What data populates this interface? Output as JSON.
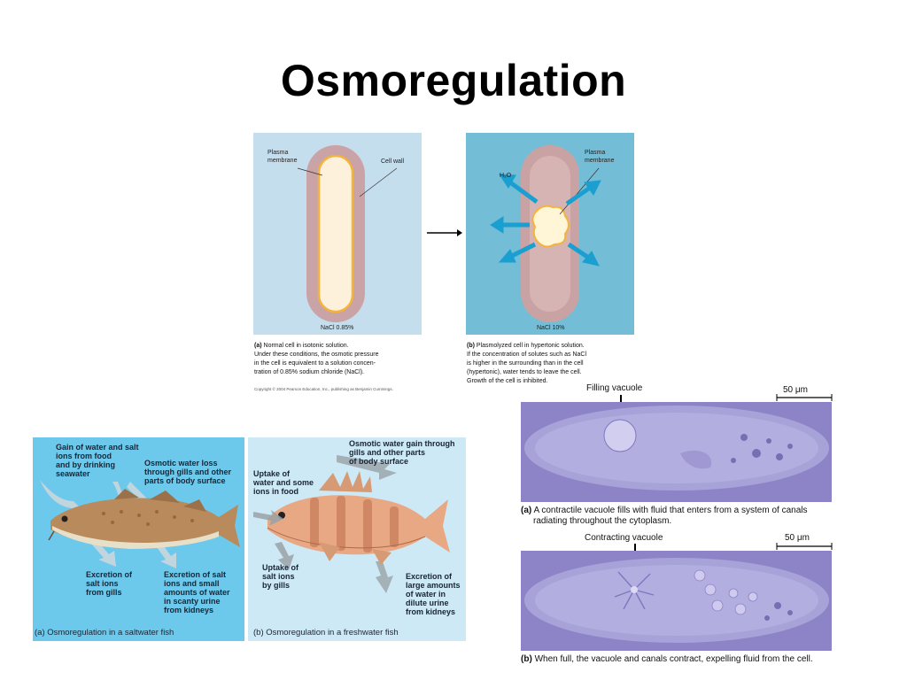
{
  "title": "Osmoregulation",
  "cell_a": {
    "plasma_membrane": [
      "Plasma",
      "membrane"
    ],
    "cell_wall": "Cell wall",
    "nacl": "NaCl 0.85%",
    "caption_head": "(a)",
    "caption": [
      "Normal cell in isotonic solution.",
      "Under these conditions, the osmotic pressure",
      "in the cell is equivalent to a solution concen-",
      "tration of 0.85% sodium chloride (NaCl)."
    ],
    "copyright": "Copyright © 2004 Pearson Education, Inc., publishing as Benjamin Cummings."
  },
  "cell_b": {
    "plasma_membrane": [
      "Plasma",
      "membrane"
    ],
    "h2o": "H₂O",
    "nacl": "NaCl 10%",
    "caption_head": "(b)",
    "caption": [
      "Plasmolyzed cell in hypertonic solution.",
      "If the concentration of solutes such as NaCl",
      "is higher in the surrounding than in the cell",
      "(hypertonic), water tends to leave the cell.",
      "Growth of the cell is inhibited."
    ]
  },
  "fish_salt": {
    "gain": [
      "Gain of water and salt",
      "ions from food",
      "and by drinking",
      "seawater"
    ],
    "loss": [
      "Osmotic water loss",
      "through gills and other",
      "parts of body surface"
    ],
    "excretion_gills": [
      "Excretion of",
      "salt ions",
      "from gills"
    ],
    "excretion_kidneys": [
      "Excretion of salt",
      "ions and small",
      "amounts of water",
      "in scanty urine",
      "from kidneys"
    ],
    "caption": "(a) Osmoregulation in a saltwater fish"
  },
  "fish_fresh": {
    "gain": [
      "Osmotic water gain through",
      "gills and other parts",
      "of body surface"
    ],
    "uptake_food": [
      "Uptake of",
      "water and some",
      "ions in food"
    ],
    "uptake_gills": [
      "Uptake of",
      "salt ions",
      "by gills"
    ],
    "excretion": [
      "Excretion of",
      "large amounts",
      "of water in",
      "dilute urine",
      "from kidneys"
    ],
    "caption": "(b) Osmoregulation in a freshwater fish"
  },
  "micro_a": {
    "label": "Filling vacuole",
    "scale": "50 μm",
    "caption_head": "(a)",
    "caption": [
      "A contractile vacuole fills with fluid that enters from a system of canals",
      "radiating throughout the cytoplasm."
    ]
  },
  "micro_b": {
    "label": "Contracting vacuole",
    "scale": "50 μm",
    "caption_head": "(b)",
    "caption": "When full, the vacuole and canals contract, expelling fluid from the cell."
  }
}
